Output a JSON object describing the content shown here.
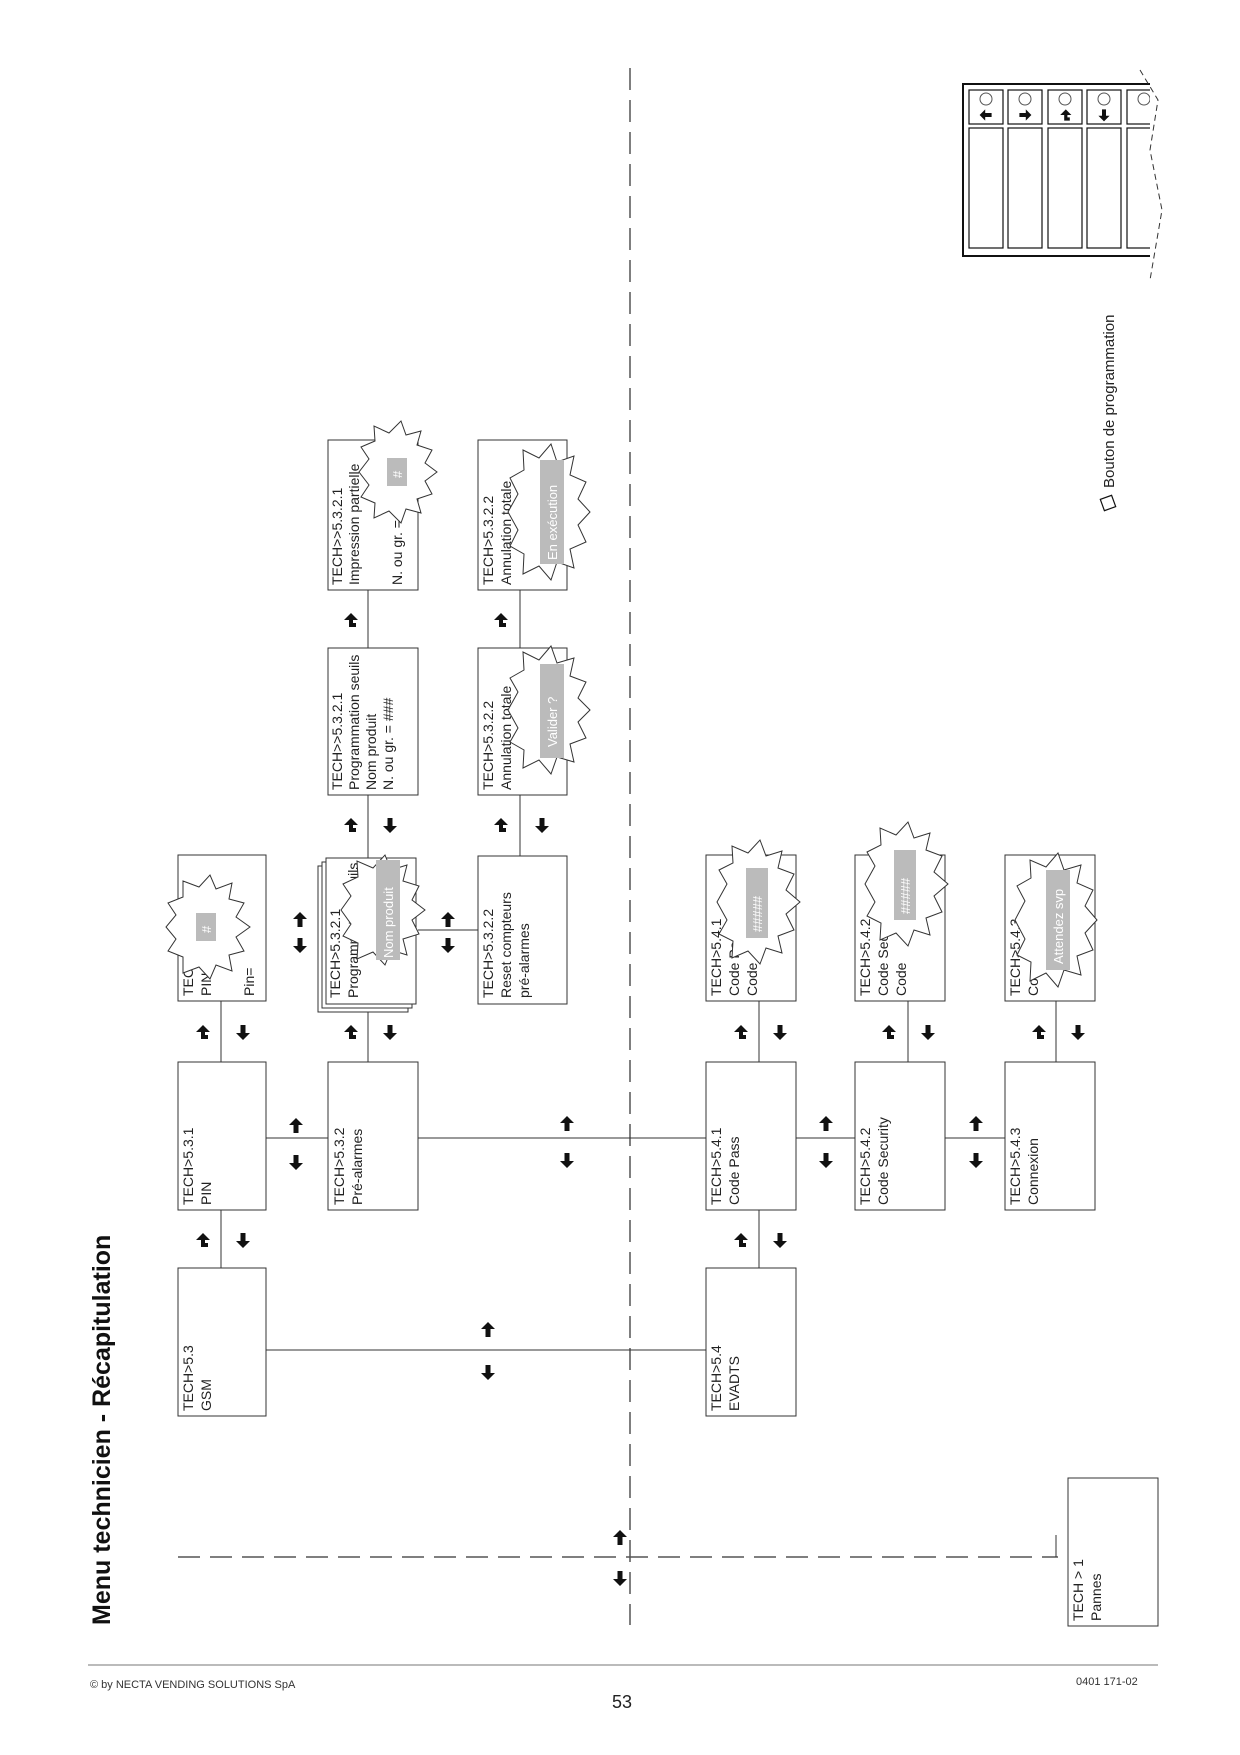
{
  "title": "Menu technicien - Récapitulation",
  "footer": {
    "copyright": "© by NECTA VENDING SOLUTIONS SpA",
    "doc_code": "0401 171-02",
    "page_number": "53"
  },
  "legend": {
    "label": "Bouton de programmation"
  },
  "boxes": {
    "gsm": [
      "TECH>5.3",
      "GSM"
    ],
    "pin": [
      "TECH>5.3.1",
      "PIN"
    ],
    "pin2": [
      "TECH>5.3.1",
      "PIN",
      "Pin="
    ],
    "prealarm": [
      "TECH>5.3.2",
      "Pré-alarmes"
    ],
    "prog1": [
      "TECH>5.3.2.1",
      "Programmation seuils"
    ],
    "prog2": [
      "TECH>>5.3.2.1",
      "Programmation seuils",
      "Nom produit",
      "N. ou gr. = ###"
    ],
    "impr": [
      "TECH>>5.3.2.1",
      "Impression partielle",
      "N. ou gr. = ###"
    ],
    "reset": [
      "TECH>5.3.2.2",
      "Reset compteurs",
      "pré-alarmes"
    ],
    "annul1": [
      "TECH>5.3.2.2",
      "Annulation totale"
    ],
    "annul2": [
      "TECH>5.3.2.2",
      "Annulation totale"
    ],
    "evadts": [
      "TECH>5.4",
      "EVADTS"
    ],
    "cpass": [
      "TECH>5.4.1",
      "Code Pass"
    ],
    "cpass2": [
      "TECH>5.4.1",
      "Code Pass",
      "Code"
    ],
    "csec": [
      "TECH>5.4.2",
      "Code Security"
    ],
    "csec2": [
      "TECH>5.4.2",
      "Code Security",
      "Code"
    ],
    "conn": [
      "TECH>5.4.3",
      "Connexion"
    ],
    "conn2": [
      "TECH>5.4.3",
      "Connexion"
    ],
    "pannes": [
      "TECH > 1",
      "Pannes"
    ]
  },
  "bursts": {
    "pin": "#",
    "prog": "Nom produit",
    "impr": "#",
    "annul2": "En exécution",
    "annul1": "Valider ?",
    "cpass": "#####",
    "csec": "#####",
    "conn": "Attendez svp"
  }
}
